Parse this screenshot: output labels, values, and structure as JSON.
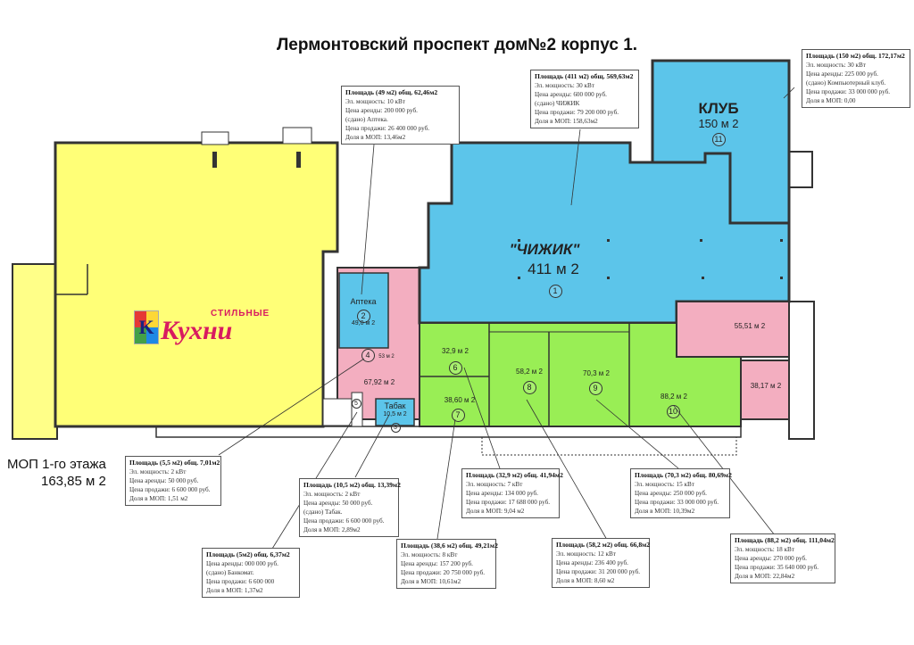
{
  "title": "Лермонтовский проспект дом№2 корпус 1.",
  "colors": {
    "yellow": "#ffff77",
    "blue": "#5cc5ea",
    "pink": "#f3aec0",
    "green": "#99ee55",
    "walls": "#333333"
  },
  "logo": {
    "top": "СТИЛЬНЫЕ",
    "main": "Кухни",
    "icon": "K"
  },
  "mop_total": {
    "line1": "МОП 1-го этажа",
    "line2": "163,85 м 2"
  },
  "rooms": {
    "chizhik": {
      "name": "\"ЧИЖИК\"",
      "area": "411 м 2",
      "num": "1"
    },
    "club": {
      "name": "КЛУБ",
      "area": "150 м 2",
      "num": "11"
    },
    "apteka": {
      "name": "Аптека",
      "num": "2",
      "area": "49,0 м 2"
    },
    "r4": {
      "num": "4",
      "area": "53 м 2"
    },
    "r6792": {
      "area": "67,92 м 2"
    },
    "tabak": {
      "name": "Табак",
      "area": "10,5 м 2",
      "num": "3"
    },
    "r5": {
      "num": "5"
    },
    "r6": {
      "area": "32,9 м 2",
      "num": "6"
    },
    "r7": {
      "area": "38,60 м 2",
      "num": "7"
    },
    "r8": {
      "area": "58,2 м 2",
      "num": "8"
    },
    "r9": {
      "area": "70,3 м 2",
      "num": "9"
    },
    "r10": {
      "area": "88,2 м 2",
      "num": "10"
    },
    "r5551": {
      "area": "55,51 м 2"
    },
    "r3817": {
      "area": "38,17 м 2"
    }
  },
  "boxes": {
    "b_apteka": {
      "h": "Площадь (49 м2) общ. 62,46м2",
      "l1": "Эл. мощность: 10 кВт",
      "l2": "Цена аренды: 200 000 руб.",
      "l3": "(сдано) Аптека.",
      "l4": "Цена продажи: 26 400 000 руб.",
      "l5": "Доля в МОП: 13,46м2"
    },
    "b_chizhik": {
      "h": "Площадь (411 м2) общ. 569,63м2",
      "l1": "Эл. мощность: 30 кВт",
      "l2": "Цена аренды: 600 000 руб.",
      "l3": "(сдано) ЧИЖИК",
      "l4": "Цена продажи: 79 200 000 руб.",
      "l5": "Доля в МОП: 158,63м2"
    },
    "b_club": {
      "h": "Площадь (150 м2) общ. 172,17м2",
      "l1": "Эл. мощность: 30 кВт",
      "l2": "Цена аренды: 225 000 руб.",
      "l3": "(сдано) Компьютерный клуб.",
      "l4": "Цена продажи: 33 000 000 руб.",
      "l5": "Доля в МОП: 0,00"
    },
    "b_55": {
      "h": "Площадь (5,5 м2) общ. 7,01м2",
      "l1": "Эл. мощность: 2 кВт",
      "l2": "Цена аренды: 50 000 руб.",
      "l3": "Цена продажи: 6 600 000 руб.",
      "l4": "Доля в МОП: 1,51 м2"
    },
    "b_105": {
      "h": "Площадь (10,5 м2) общ. 13,39м2",
      "l1": "Эл. мощность: 2 кВт",
      "l2": "Цена аренды: 50 000 руб.",
      "l3": "(сдано) Табак.",
      "l4": "Цена продажи: 6 600 000 руб.",
      "l5": "Доля в МОП: 2,89м2"
    },
    "b_5": {
      "h": "Площадь (5м2) общ. 6,37м2",
      "l1": "Цена аренды: 000 000 руб.",
      "l2": "(сдано) Банкомат.",
      "l3": "Цена продажи: 6 600 000",
      "l4": "Доля в МОП: 1,37м2"
    },
    "b_386": {
      "h": "Площадь (38,6 м2) общ. 49,21м2",
      "l1": "Эл. мощность: 8 кВт",
      "l2": "Цена аренды: 157 200 руб.",
      "l3": "Цена продажи: 20 750 000 руб.",
      "l4": "Доля в МОП: 10,61м2"
    },
    "b_329": {
      "h": "Площадь (32,9 м2) общ. 41,94м2",
      "l1": "Эл. мощность: 7 кВт",
      "l2": "Цена аренды: 134 000 руб.",
      "l3": "Цена продажи: 17 688 000 руб.",
      "l4": "Доля в МОП: 9,04 м2"
    },
    "b_582": {
      "h": "Площадь (58,2 м2) общ. 66,8м2",
      "l1": "Эл. мощность: 12 кВт",
      "l2": "Цена аренды: 236 400 руб.",
      "l3": "Цена продажи: 31 200 000 руб.",
      "l4": "Доля в МОП: 8,60 м2"
    },
    "b_703": {
      "h": "Площадь (70,3 м2) общ. 80,69м2",
      "l1": "Эл. мощность: 15 кВт",
      "l2": "Цена аренды: 250 000 руб.",
      "l3": "Цена продажи: 33 000 000 руб.",
      "l4": "Доля в МОП: 10,39м2"
    },
    "b_882": {
      "h": "Площадь (88,2 м2) общ. 111,04м2",
      "l1": "Эл. мощность: 18 кВт",
      "l2": "Цена аренды: 270 000 руб.",
      "l3": "Цена продажи: 35 640 000 руб.",
      "l4": "Доля в МОП: 22,84м2"
    }
  }
}
